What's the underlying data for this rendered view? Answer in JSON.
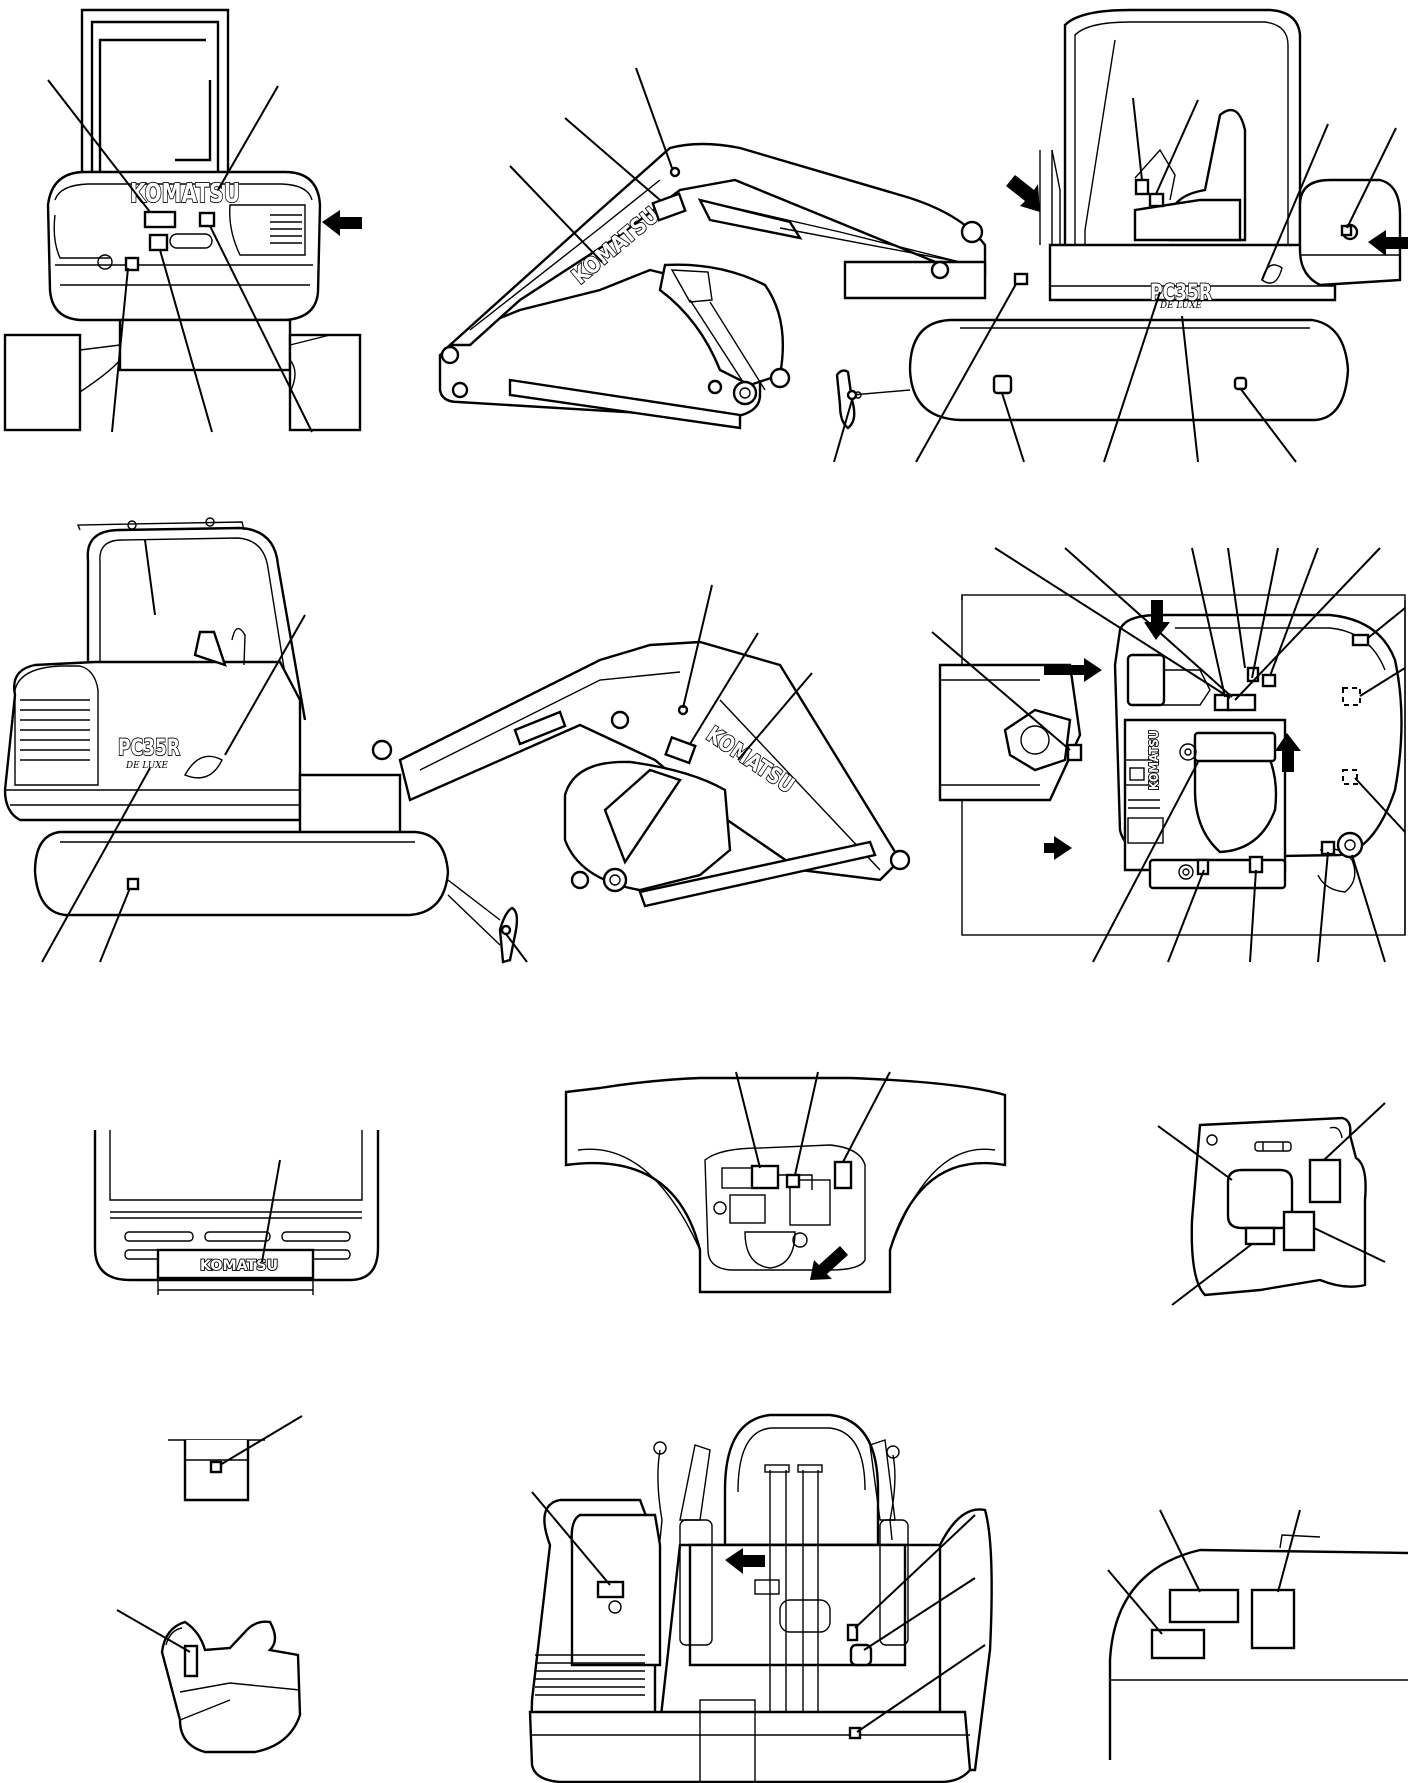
{
  "decals": {
    "brand": "KOMATSU",
    "model": "PC35R",
    "edition": "DE LUXE"
  },
  "colors": {
    "line": "#000000",
    "background": "#ffffff"
  },
  "icons": [
    "location-arrow-icon"
  ]
}
